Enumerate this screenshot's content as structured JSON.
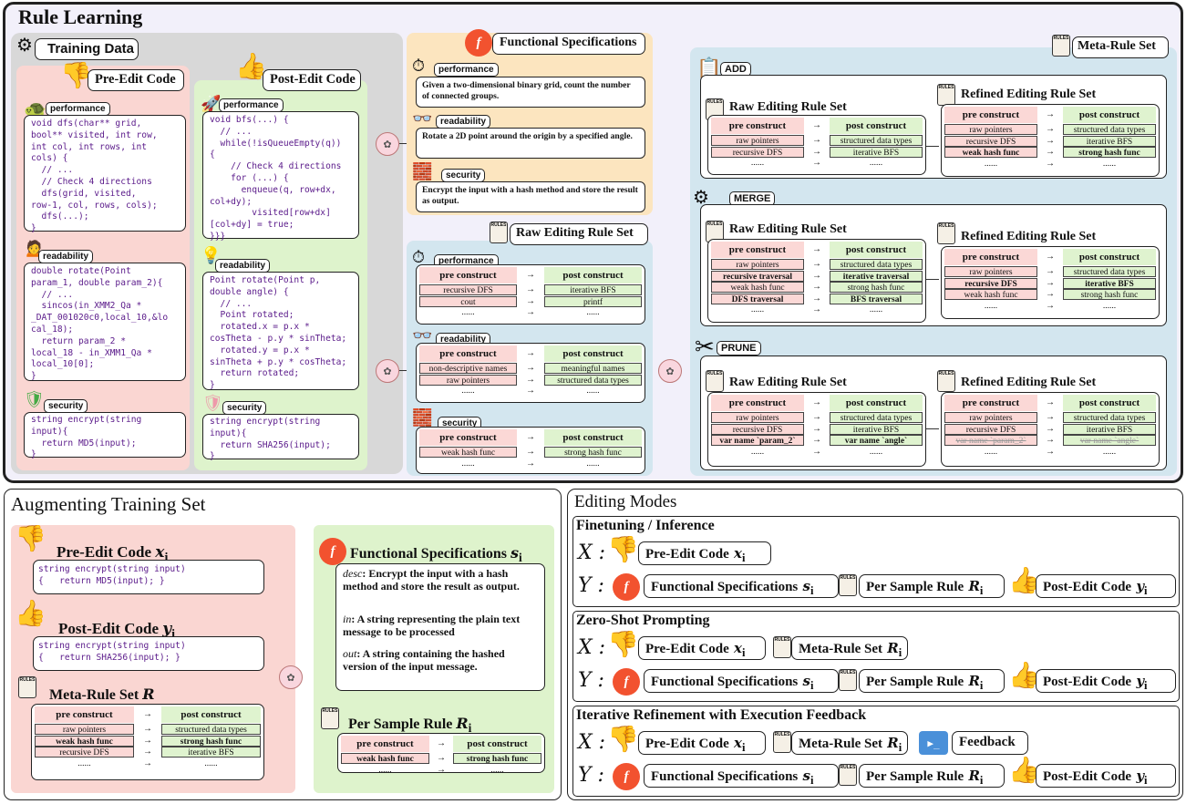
{
  "rule_learning": {
    "title": "Rule Learning",
    "training_data": "Training Data",
    "pre_edit": "Pre-Edit Code",
    "post_edit": "Post-Edit Code",
    "tags": {
      "performance": "performance",
      "readability": "readability",
      "security": "security"
    },
    "pre_perf_code": "void dfs(char** grid,\nbool** visited, int row,\nint col, int rows, int\ncols) {\n  // ...\n  // Check 4 directions\n  dfs(grid, visited,\nrow-1, col, rows, cols);\n  dfs(...);\n}",
    "pre_read_code": "double rotate(Point\nparam_1, double param_2){\n  // ...\n  sincos(in_XMM2_Qa *\n_DAT_001020c0,local_10,&lo\ncal_18);\n  return param_2 *\nlocal_18 - in_XMM1_Qa *\nlocal_10[0];\n}",
    "pre_sec_code": "string encrypt(string\ninput){\n  return MD5(input);\n}",
    "post_perf_code": "void bfs(...) {\n  // ...\n  while(!isQueueEmpty(q))\n{\n    // Check 4 directions\n    for (...) {\n      enqueue(q, row+dx,\ncol+dy);\n        visited[row+dx]\n[col+dy] = true;\n}}}",
    "post_read_code": "Point rotate(Point p,\ndouble angle) {\n  // ...\n  Point rotated;\n  rotated.x = p.x *\ncosTheta - p.y * sinTheta;\n  rotated.y = p.x *\nsinTheta + p.y * cosTheta;\n  return rotated;\n}",
    "post_sec_code": "string encrypt(string\ninput){\n  return SHA256(input);\n}",
    "func_spec": "Functional Specifications",
    "spec_perf": "Given a two-dimensional binary grid, count the number of connected groups.",
    "spec_read": "Rotate a 2D point around the origin by a specified angle.",
    "spec_sec": "Encrypt the input with a hash method and store the result as output.",
    "raw_set": "Raw Editing Rule Set",
    "refined_set": "Refined Editing Rule Set",
    "meta_set": "Meta-Rule Set",
    "add": "ADD",
    "merge": "MERGE",
    "prune": "PRUNE",
    "pre_construct": "pre construct",
    "post_construct": "post construct",
    "dots": "......",
    "raw_perf": [
      [
        "recursive DFS",
        "iterative BFS"
      ],
      [
        "cout",
        "printf"
      ]
    ],
    "raw_read": [
      [
        "non-descriptive names",
        "meaningful names"
      ],
      [
        "raw pointers",
        "structured data types"
      ]
    ],
    "raw_sec": [
      [
        "weak hash func",
        "strong hash func"
      ]
    ],
    "add_raw": [
      [
        "raw pointers",
        "structured data types"
      ],
      [
        "recursive DFS",
        "iterative BFS"
      ]
    ],
    "add_ref": [
      [
        "raw pointers",
        "structured data types"
      ],
      [
        "recursive DFS",
        "iterative BFS"
      ],
      [
        "weak hash func",
        "strong hash func"
      ]
    ],
    "merge_raw": [
      [
        "raw pointers",
        "structured data types"
      ],
      [
        "recursive traversal",
        "iterative traversal"
      ],
      [
        "weak hash func",
        "strong hash func"
      ],
      [
        "DFS traversal",
        "BFS traversal"
      ]
    ],
    "merge_ref": [
      [
        "raw pointers",
        "structured data types"
      ],
      [
        "recursive DFS",
        "iterative BFS"
      ],
      [
        "weak hash func",
        "strong hash func"
      ]
    ],
    "prune_raw": [
      [
        "raw pointers",
        "structured data types"
      ],
      [
        "recursive DFS",
        "iterative BFS"
      ],
      [
        "var name `param_2`",
        "var name `angle`"
      ]
    ],
    "prune_ref": [
      [
        "raw pointers",
        "structured data types"
      ],
      [
        "recursive DFS",
        "iterative BFS"
      ],
      [
        "var name `param_2`",
        "var name `angle`"
      ]
    ]
  },
  "augment": {
    "title": "Augmenting Training Set",
    "pre_title": "Pre-Edit Code",
    "post_title": "Post-Edit Code",
    "xi": "x",
    "yi": "y",
    "sub": "i",
    "pre_code": "string encrypt(string input)\n{   return MD5(input); }",
    "post_code": "string encrypt(string input)\n{   return SHA256(input); }",
    "meta_title": "Meta-Rule Set",
    "R": "R",
    "meta_rows": [
      [
        "raw pointers",
        "structured data types"
      ],
      [
        "weak hash func",
        "strong hash func"
      ],
      [
        "recursive DFS",
        "iterative BFS"
      ]
    ],
    "fs_title": "Functional Specifications",
    "s": "s",
    "desc_label": "desc",
    "desc": ": Encrypt the input with a hash method and store the result as output.",
    "in_label": "in",
    "in": ": A string representing the plain text message to be processed",
    "out_label": "out",
    "out": ": A string containing the hashed version of the input message.",
    "psr_title": "Per Sample Rule",
    "psr_rows": [
      [
        "weak hash func",
        "strong hash func"
      ]
    ]
  },
  "modes": {
    "title": "Editing Modes",
    "finetune": "Finetuning / Inference",
    "zeroshot": "Zero-Shot Prompting",
    "iterative": "Iterative Refinement with Execution Feedback",
    "X": "X",
    "Y": "Y",
    "colon": ":",
    "pre": "Pre-Edit Code",
    "post": "Post-Edit Code",
    "fs": "Functional Specifications",
    "psr": "Per Sample Rule",
    "meta": "Meta-Rule Set",
    "feedback": "Feedback"
  },
  "icons": [
    "clock-icon",
    "lock-icon",
    "fire-icon",
    "thumbs-down-icon",
    "thumbs-up-icon",
    "function-icon",
    "rules-book-icon",
    "scissors-icon",
    "merge-icon",
    "add-icon",
    "terminal-icon",
    "brain-icon"
  ]
}
